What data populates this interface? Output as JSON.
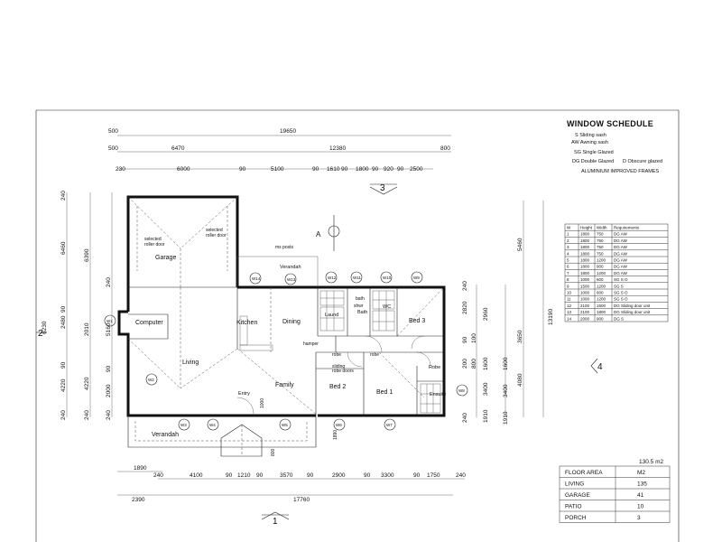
{
  "schedule": {
    "title": "WINDOW SCHEDULE",
    "legend": [
      "S  Sliding sash",
      "AW Awning sash",
      "SG  Single Glazed",
      "DG Double Glazed",
      "D  Obscure glazed",
      "ALUMINIUM IMPROVED FRAMES"
    ],
    "headers": [
      "W",
      "Height",
      "Width",
      "Requirements"
    ],
    "rows": [
      [
        "1",
        "1800",
        "750",
        "DG  AW"
      ],
      [
        "2",
        "1800",
        "750",
        "DG  AW"
      ],
      [
        "3",
        "1800",
        "750",
        "DG  AW"
      ],
      [
        "4",
        "1800",
        "750",
        "DG  AW"
      ],
      [
        "5",
        "1800",
        "1200",
        "DG  AW"
      ],
      [
        "6",
        "1800",
        "900",
        "DG  AW"
      ],
      [
        "7",
        "1800",
        "1200",
        "DG  AW"
      ],
      [
        "8",
        "1000",
        "600",
        "SG  S O"
      ],
      [
        "9",
        "1500",
        "1200",
        "SG  S"
      ],
      [
        "10",
        "1000",
        "600",
        "SG  S O"
      ],
      [
        "11",
        "1000",
        "1200",
        "SG  S O"
      ],
      [
        "12",
        "2100",
        "1500",
        "DG  Sliding door unit"
      ],
      [
        "13",
        "2100",
        "1800",
        "DG  Sliding door unit"
      ],
      [
        "14",
        "2000",
        "900",
        "DG  S"
      ]
    ]
  },
  "floor_area": {
    "total": "130.5 m2",
    "headers": [
      "FLOOR AREA",
      "M2"
    ],
    "rows": [
      [
        "LIVING",
        "135"
      ],
      [
        "GARAGE",
        "41"
      ],
      [
        "PATIO",
        "10"
      ],
      [
        "PORCH",
        "3"
      ]
    ]
  },
  "top_dims": {
    "row1": [
      "500",
      "19650"
    ],
    "row2": [
      "500",
      "6470",
      "12380",
      "800"
    ],
    "row3": [
      "230",
      "6000",
      "90",
      "5100",
      "90",
      "1610",
      "90",
      "1800",
      "90",
      "920",
      "90",
      "2500"
    ]
  },
  "bottom_dims": {
    "row1": [
      "240",
      "4100",
      "90",
      "1210",
      "90",
      "3570",
      "90",
      "2900",
      "90",
      "3300",
      "90",
      "1750",
      "240"
    ],
    "row2": [
      "2390",
      "17760"
    ],
    "left": "1890"
  },
  "left_dims": {
    "outer": "6230",
    "col1": [
      "240",
      "6460",
      "90",
      "2480",
      "90",
      "4220",
      "240"
    ],
    "col2": [
      "6390",
      "2010",
      "4220",
      "240"
    ],
    "col3": [
      "240",
      "5160",
      "90",
      "2000",
      "240"
    ]
  },
  "right_dims": {
    "outer": "13190",
    "col1": [
      "5460",
      "3650",
      "4080"
    ],
    "col2": [
      "240",
      "2820",
      "2960",
      "1600",
      "3400",
      "1910",
      "240"
    ],
    "col3": [
      "90",
      "100",
      "200",
      "800",
      "1600",
      "3400",
      "1910"
    ]
  },
  "rooms": {
    "garage": "Garage",
    "computer": "Computer",
    "living": "Living",
    "kitchen": "Kitchen",
    "dining": "Dining",
    "family": "Family",
    "laund": "Laund",
    "bath": "Bath",
    "wc": "WC",
    "bed1": "Bed  1",
    "bed2": "Bed  2",
    "bed3": "Bed  3",
    "robe": "Robe",
    "ensuite": "Ensuite",
    "entry": "Entry",
    "verandah_top": "Verandah",
    "verandah_bottom": "Verandah"
  },
  "notes": {
    "roller1": "selected\nroller door",
    "roller2": "selected\nroller door",
    "posts": "ms posts",
    "hamper": "hamper",
    "sliding_robe": "sliding\nrobe doors",
    "bath": "bath",
    "shwr": "shwr",
    "robe1": "robe",
    "robe2": "robe",
    "dim_1000": "1000",
    "dim_800": "800",
    "dim_1890": "1890"
  },
  "section_markers": {
    "top": "3",
    "bottom": "1",
    "left": "2",
    "right": "4",
    "a": "A"
  },
  "windows": [
    "W1",
    "W2",
    "W3",
    "W4",
    "W5",
    "W6",
    "W7",
    "W8",
    "W9",
    "W10",
    "W11",
    "W12",
    "W13",
    "W14"
  ]
}
